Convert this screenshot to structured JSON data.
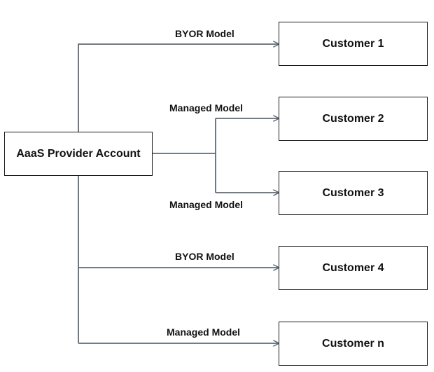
{
  "provider": {
    "label": "AaaS Provider Account"
  },
  "customers": [
    {
      "label": "Customer 1"
    },
    {
      "label": "Customer 2"
    },
    {
      "label": "Customer 3"
    },
    {
      "label": "Customer 4"
    },
    {
      "label": "Customer n"
    }
  ],
  "connections": [
    {
      "label": "BYOR Model"
    },
    {
      "label": "Managed Model"
    },
    {
      "label": "Managed Model"
    },
    {
      "label": "BYOR Model"
    },
    {
      "label": "Managed Model"
    }
  ],
  "colors": {
    "line": "#5f6a74",
    "border": "#1a1a1a",
    "text": "#111111"
  }
}
